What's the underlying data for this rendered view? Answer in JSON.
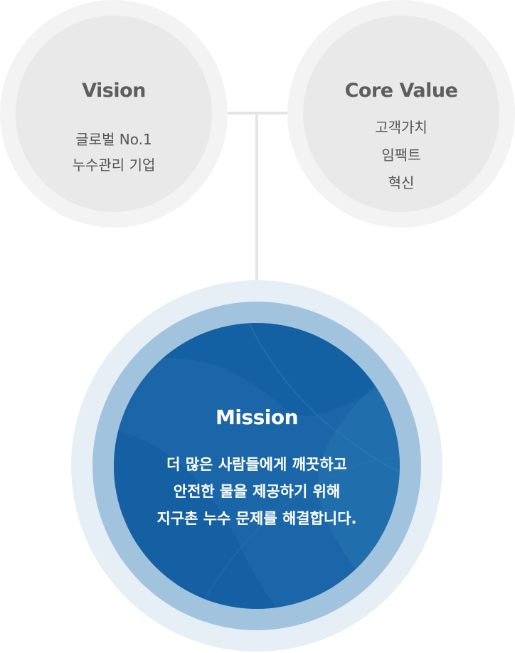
{
  "vision": {
    "title": "Vision",
    "lines": [
      "글로벌 No.1",
      "누수관리 기업"
    ]
  },
  "core_value": {
    "title": "Core Value",
    "lines": [
      "고객가치",
      "임팩트",
      "혁신"
    ]
  },
  "mission": {
    "title": "Mission",
    "lines": [
      "더 많은 사람들에게 깨끗하고",
      "안전한 물을 제공하기 위해",
      "지구촌 누수 문제를 해결합니다."
    ]
  },
  "colors": {
    "top_circle_outer": "#f3f3f3",
    "top_circle_inner": "#e9e9e9",
    "connector": "#e4e4e4",
    "mission_outer": "#e6eef6",
    "mission_ring": "#a1c3de",
    "mission_core": "#1a66a8"
  }
}
